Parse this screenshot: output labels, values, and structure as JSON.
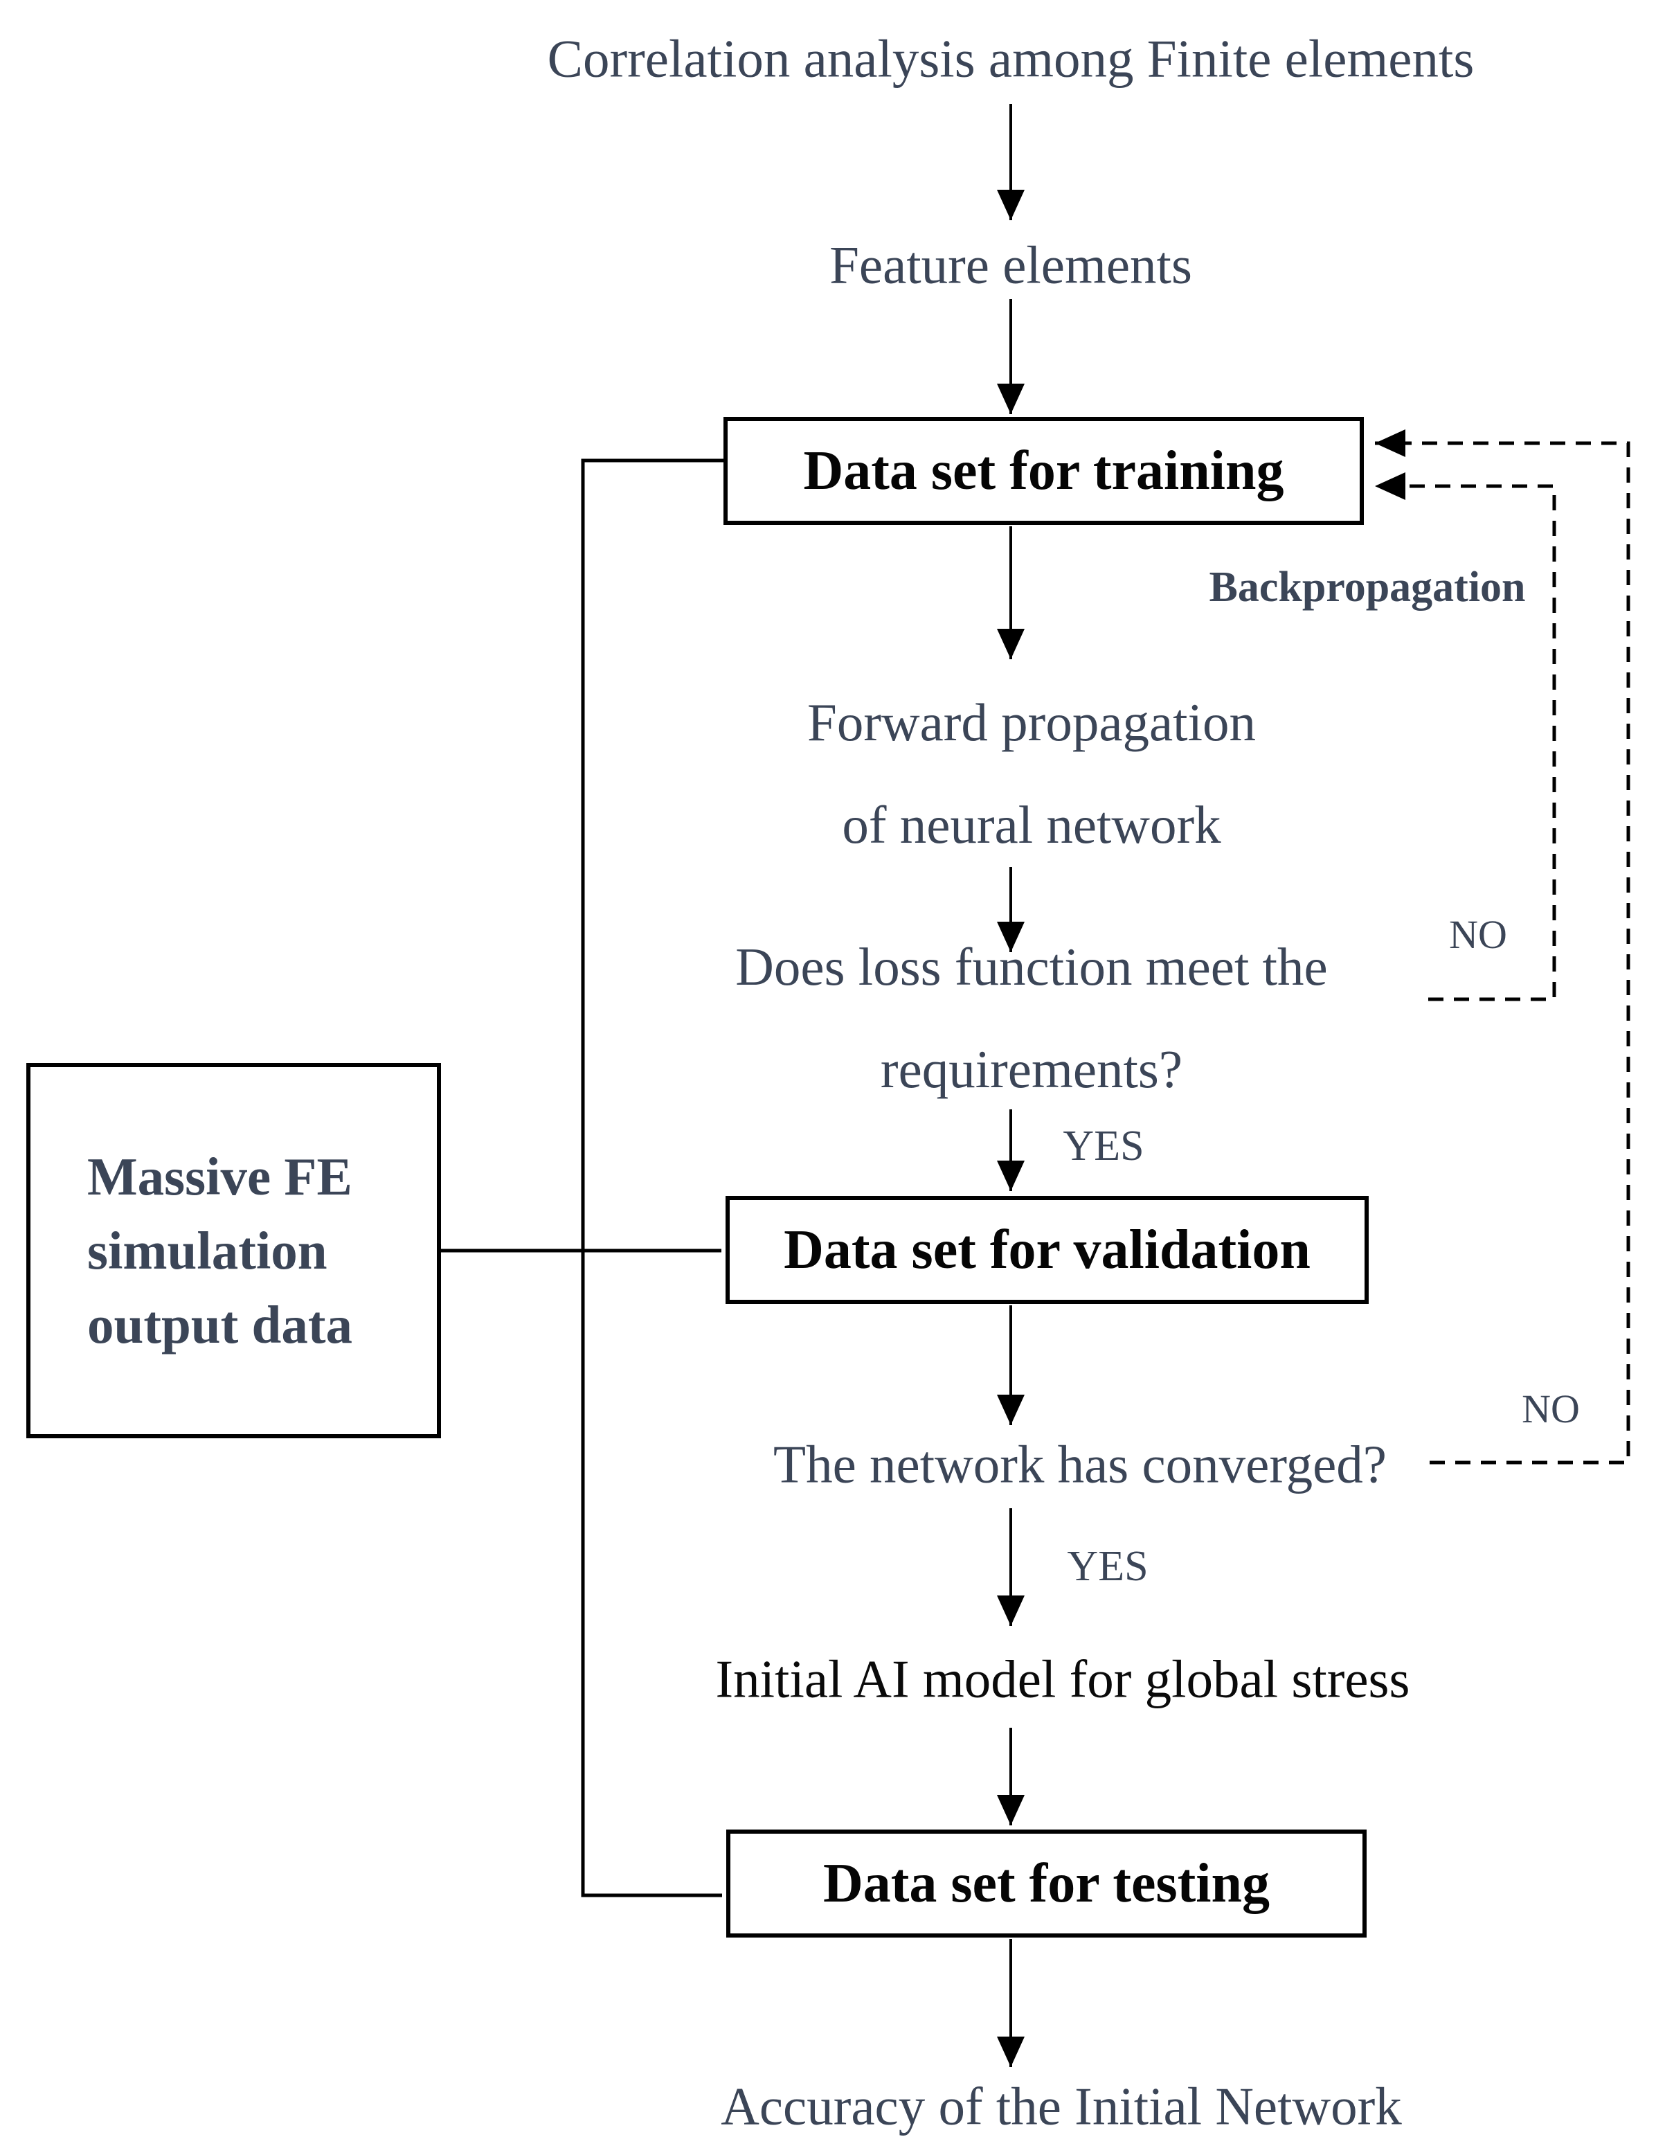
{
  "flow": {
    "title": "Correlation analysis among Finite elements",
    "feature": "Feature elements",
    "training_box": "Data set for training",
    "backprop": "Backpropagation",
    "forward_line1": "Forward propagation",
    "forward_line2": "of neural network",
    "loss_line1": "Does loss function meet the",
    "loss_line2": "requirements?",
    "no_loss": "NO",
    "yes_loss": "YES",
    "validation_box": "Data set for validation",
    "converged": "The network has converged?",
    "no_converged": "NO",
    "yes_converged": "YES",
    "fe_line1": "Massive FE",
    "fe_line2": "simulation",
    "fe_line3": "output data",
    "initial_ai": "Initial AI model for global stress",
    "testing_box": "Data set for testing",
    "accuracy": "Accuracy of the Initial Network"
  },
  "colors": {
    "text_slate": "#3b4557",
    "text_black": "#0a0a0a",
    "line": "#000000",
    "background": "#ffffff"
  }
}
